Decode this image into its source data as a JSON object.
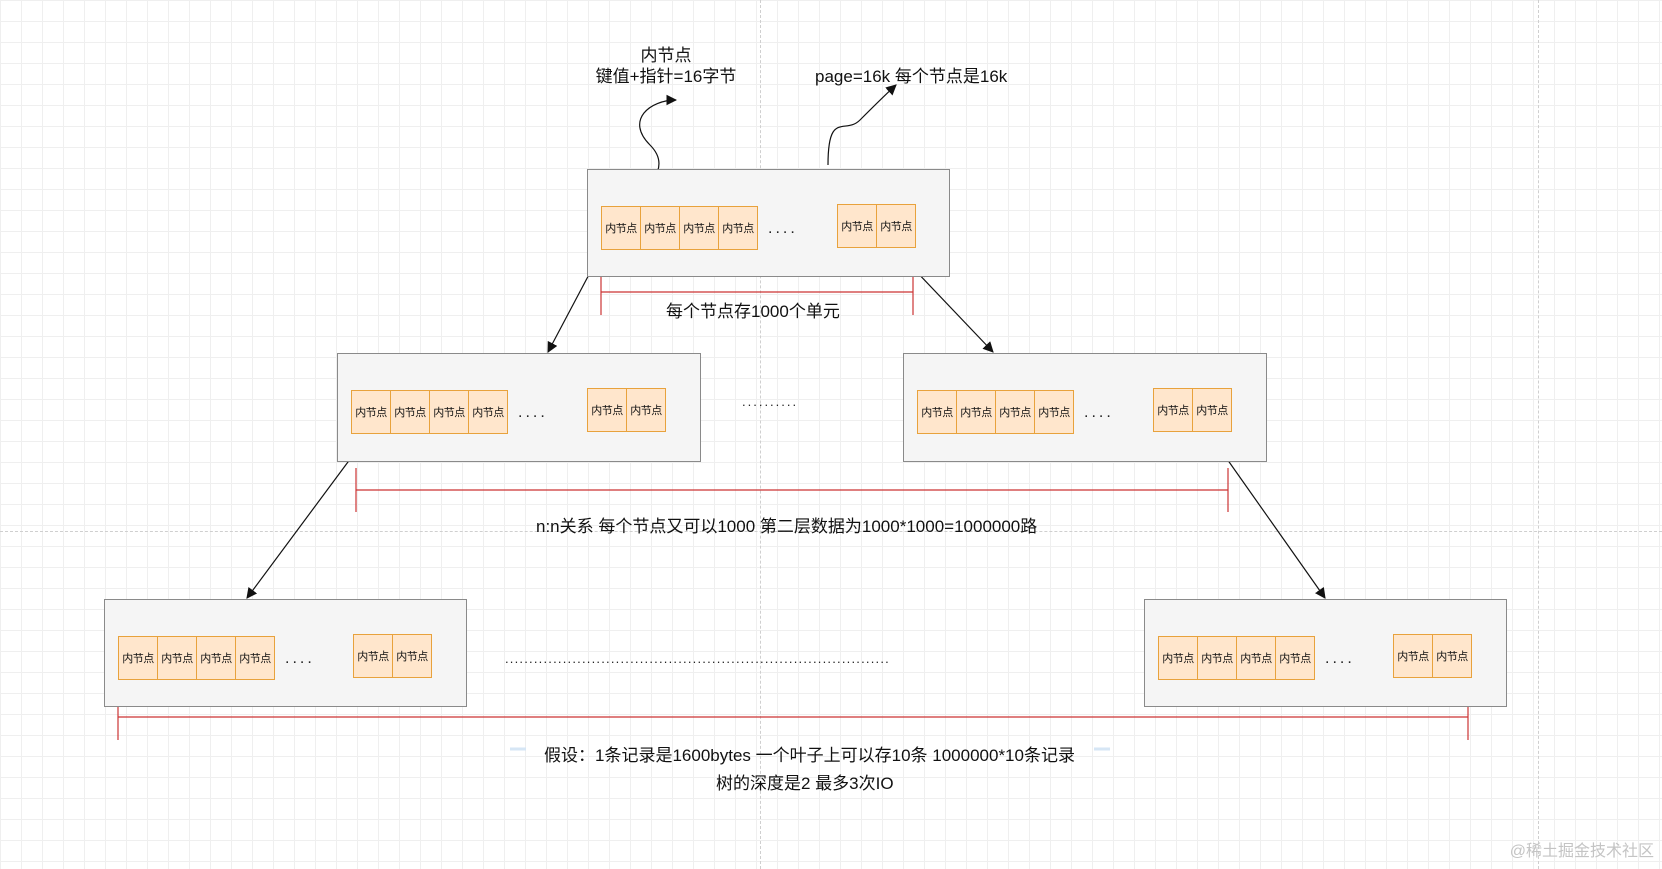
{
  "node_label": "内节点",
  "annotations": {
    "inner_node_title": "内节点",
    "inner_node_size": "键值+指针=16字节",
    "page_size": "page=16k 每个节点是16k",
    "units_per_node": "每个节点存1000个单元",
    "second_level": "n:n关系 每个节点又可以1000 第二层数据为1000*1000=1000000路",
    "assumption": "假设：1条记录是1600bytes 一个叶子上可以存10条 1000000*10条记录",
    "depth": "树的深度是2 最多3次IO"
  },
  "ellipses": {
    "short": "....",
    "middle_row": "..........",
    "bottom_row": "................................................................................"
  },
  "watermark": "@稀土掘金技术社区",
  "colors": {
    "cell_fill": "#ffe6cc",
    "cell_border": "#e8a23c",
    "page_fill": "#f5f5f5",
    "bracket": "#cc3333",
    "arrow": "#111111"
  }
}
